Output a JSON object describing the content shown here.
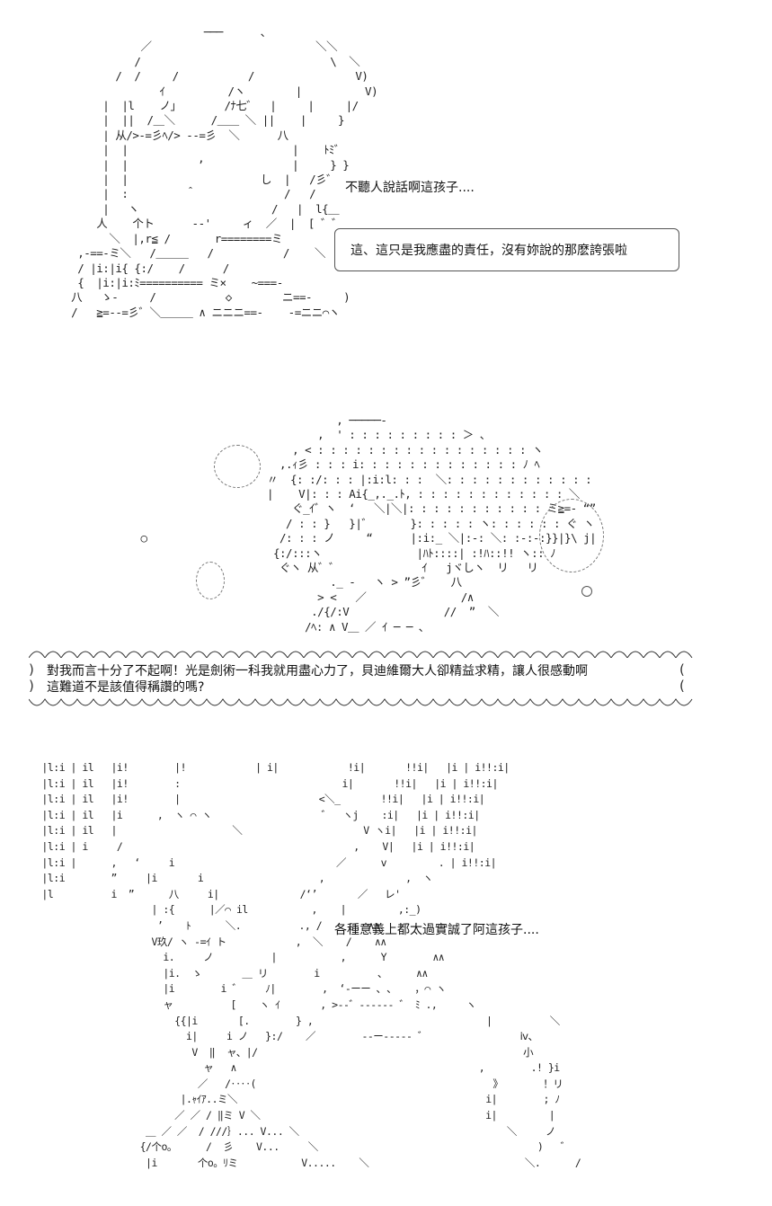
{
  "panel1": {
    "art": "                            ───      ､\n                  ／                          ＼＼\n                 /                              \\  ＼\n              /  /     /           /                V)\n                     ｲ          /ヽ        |          V)\n            |  |l    ノ｣     　 /ﾅ七゛  |     |     |/\n            |  ||  /＿＼  　  /＿＿ ＼ ||    |     }\n            | 从/>-=彡ﾍ/> --=彡  ＼      八\n            |  |                          |    ﾄﾐ゛\n            |  |           ’              |     } }\n            |  |                     し  |   /彡゛\n            |  :         ＾              /   /\n            |   ヽ                     /   |  l{＿\n           人    个ト      --'     ィ  ／  |  [ ゛゛\n             ＼  |,r≦ /       r========ミ\n        ,-==-ミ＼   /＿＿＿   /           /    ＼\n        / |i:|i{ {:/    /      /             \n        {  |i:|i:ﾐ========== ミ×    ~===-\n       八   ゝ‐     /           ◇        ニ==-     )\n       /   ≧=--=彡゛＼＿＿＿ ∧ ニニニ==-    -=ニニ⌒ヽ",
    "line1": "不聽人說話啊這孩子....",
    "line2": "這、這只是我應盡的責任，沒有妳說的那麽誇張啦"
  },
  "panel2": {
    "art": "                                                 , ─────-\n                                              ,  ' : : : : : : : : : ＞ 、\n                                          , < : : : : : : : : : : : : : : : : : ヽ\n                                        ,.ｨ彡 : : : i: : : : : : : : : : : : : ﾉ ﾍ\n                                      〃  {: :/: : : |:i:l: : :  ＼: : : : : : : : : : : :\n                                      |    V|: : : Ai{_,._.ﾄ, : : : : : : : : : : : : ＼\n                                          ぐ_ｲ゛ヽ  ‘   ＼|＼|: : : : : : : : : : : ミ≧=- “”\n                                         / : : }   }|゛      }: : : : : ヽ: : : : : : ぐ ヽ\n                  ○                     /: : : ノ     “      |:i:_ ＼|:-: ＼: :-:-:}}|}\\ j|\n                                       {:/:::ヽ               |ﾊﾄ::::| :!ﾊ::!! ヽ:: ﾉ\n                                        ぐヽ 从゛゛             ｲ   jヾしヽ  リ   リ\n                                                ._ -   ヽ > ”彡゛   八\n                                              > <   ／               /∧\n                                             ./{/:V               //  ”  ＼\n                                            /ﾍ: ∧ V＿ ／ ｲ ─ ─ ､",
    "bubbles": "∴",
    "line1": "對我而言十分了不起啊！光是劍術一科我就用盡心力了，貝迪維爾大人卻精益求精，讓人很感動啊",
    "line2": "這難道不是該值得稱讚的嗎?"
  },
  "panel3": {
    "art": " |l:i | il   |i!        |!            | i|            !i|       !!i|   |i | i!!:i|\n |l:i | il   |i!        :                            i|       !!i|   |i | i!!:i|\n |l:i | il   |i!        |                        <＼_       !!i|   |i | i!!:i|\n |l:i | il   |i      ,  ヽ ⌒ ヽ                   ゛  ヽj    :i|   |i | i!!:i|\n |l:i | il   |                    ＼                     V ヽi|   |i | i!!:i|\n |l:i | i     /                                        ,    V|   |i | i!!:i|\n |l:i |      ,   ‘     i                            ／      v         . | i!!:i|\n |l:i        ”     |i       i                    ,              ,  ヽ\n |l          i  ”      八     i|              /‘’       ／   レ'\n                    | :{      |／⌒ il           ,    |         ,:_)\n                     ’    ﾄ      ＼.          ., /        ∧∧\n                    V玖/ ヽ -=ｲ ト            ,  ＼    /    ∧∧\n                      i.     ノ          |           ,      Y        ∧∧\n                      |i.  ゝ       ＿ リ        i          、     ∧∧\n                      |i        i ゛    ﾉ|        ,  ‘‐ーー ､ ､    ，⌒ ヽ\n                      ャ          [    ヽ ｲ       , >‐‐゛‐‐‐‐‐‐ ゛ ﾐ .,     ヽ\n                        {{|i       [.        } ,                              |          ＼\n                          i|     i ノ   }:/    ／        ‐‐ー‐‐‐‐‐ ゛                ⅳ、\n                           V  ‖  ャ、|/                                              小\n                             ャ   ∧                                          ,        .! }i\n                            ／   /‥‥(                                         》       ！リ\n                         |.ｬｲｱ..ミ＼                                           i|        ; ﾉ\n                        ／ ／ / ‖ミ V ＼                                       i|         |\n                   ＿ ／ ／  / ///｝... V... ＼                                    ＼     ノ\n                  {/个o。     /  彡    V...     ＼                                      )   ゛\n                   |i       个o。ﾘミ           V.....    ＼                           ＼.      /",
    "line1": "各種意義上都太過實誠了阿這孩子...."
  }
}
